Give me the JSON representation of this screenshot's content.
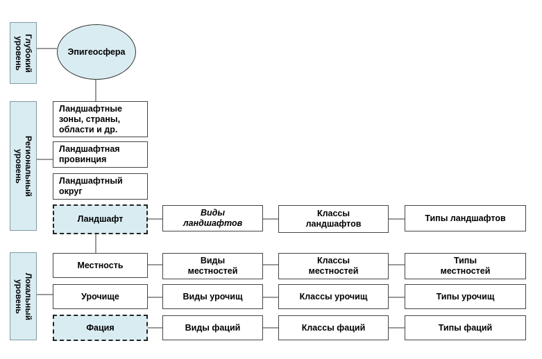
{
  "levels": {
    "deep": "Глубокий\nуровень",
    "regional": "Региональный\nуровень",
    "local": "Локальный\nуровень"
  },
  "nodes": {
    "epigeosphere": "Эпигеосфера",
    "zones": "Ландшафтные\nзоны, страны,\nобласти и др.",
    "province": "Ландшафтная\nпровинция",
    "district": "Ландшафтный\nокруг",
    "landscape": "Ландшафт",
    "landscape_kinds": "Виды\nландшафтов",
    "landscape_classes": "Классы\nландшафтов",
    "landscape_types": "Типы ландшафтов",
    "locality": "Местность",
    "locality_kinds": "Виды\nместностей",
    "locality_classes": "Классы\nместностей",
    "locality_types": "Типы\nместностей",
    "tract": "Урочище",
    "tract_kinds": "Виды урочищ",
    "tract_classes": "Классы урочищ",
    "tract_types": "Типы урочищ",
    "facies": "Фация",
    "facies_kinds": "Виды фаций",
    "facies_classes": "Классы фаций",
    "facies_types": "Типы фаций"
  },
  "colors": {
    "fill_highlight": "#d9ecf2",
    "border": "#444444"
  }
}
